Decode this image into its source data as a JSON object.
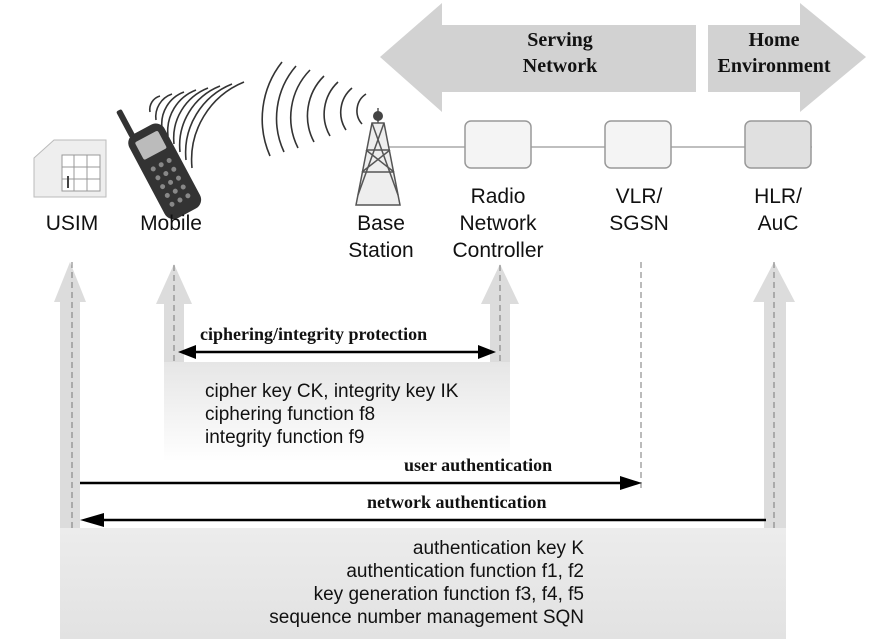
{
  "domains": {
    "serving": [
      "Serving",
      "Network"
    ],
    "home": [
      "Home",
      "Environment"
    ]
  },
  "entities": {
    "usim": [
      "USIM"
    ],
    "mobile": [
      "Mobile"
    ],
    "base_station": [
      "Base",
      "Station"
    ],
    "rnc": [
      "Radio",
      "Network",
      "Controller"
    ],
    "vlr": [
      "VLR/",
      "SGSN"
    ],
    "hlr": [
      "HLR/",
      "AuC"
    ]
  },
  "arrows": {
    "ciphering": "ciphering/integrity protection",
    "user_auth": "user authentication",
    "network_auth": "network authentication"
  },
  "radio_block": [
    "cipher key CK, integrity key IK",
    "ciphering function f8",
    "integrity function f9"
  ],
  "auth_block": [
    "authentication key K",
    "authentication function f1, f2",
    "key generation function f3, f4, f5",
    "sequence number management SQN"
  ],
  "colors": {
    "domain_arrow": "#d4d4d4",
    "shaft": "#e2e2e2",
    "node_fill": "#f4f4f4",
    "hlr_fill": "#e0e0e0",
    "line": "#000000"
  },
  "icons": {
    "usim": "sim-card-icon",
    "mobile": "mobile-phone-icon",
    "base_station": "radio-tower-icon"
  }
}
